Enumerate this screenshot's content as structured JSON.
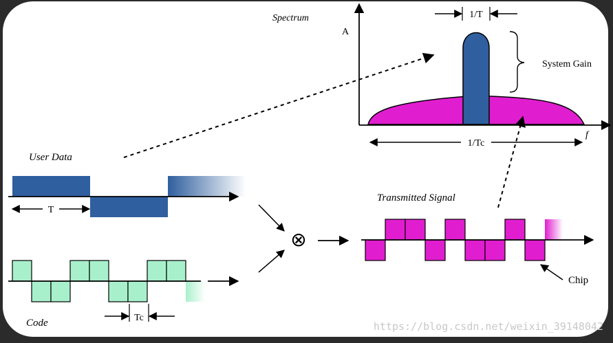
{
  "labels": {
    "spectrum": "Spectrum",
    "amplitude_axis": "A",
    "frequency_axis": "f",
    "data_bandwidth": "1/T",
    "chip_bandwidth": "1/Tc",
    "system_gain": "System Gain",
    "user_data": "User Data",
    "bit_period": "T",
    "code": "Code",
    "chip_period": "Tc",
    "transmitted_signal": "Transmitted Signal",
    "chip": "Chip",
    "multiplier_symbol": "⊗"
  },
  "watermark": "https://blog.csdn.net/weixin_39148042",
  "colors": {
    "user_data": "#2f5f9e",
    "code": "#a8f0cc",
    "transmitted": "#e01ecf",
    "narrow_spectrum": "#2f5f9e",
    "wide_spectrum": "#e01ecf"
  },
  "waveforms": {
    "user_data_levels": [
      1,
      -1,
      1
    ],
    "code_chips": [
      1,
      -1,
      -1,
      1,
      1,
      -1,
      -1,
      1,
      1,
      -1
    ],
    "transmitted_chips": [
      -1,
      1,
      1,
      -1,
      1,
      -1,
      -1,
      1,
      -1
    ]
  }
}
